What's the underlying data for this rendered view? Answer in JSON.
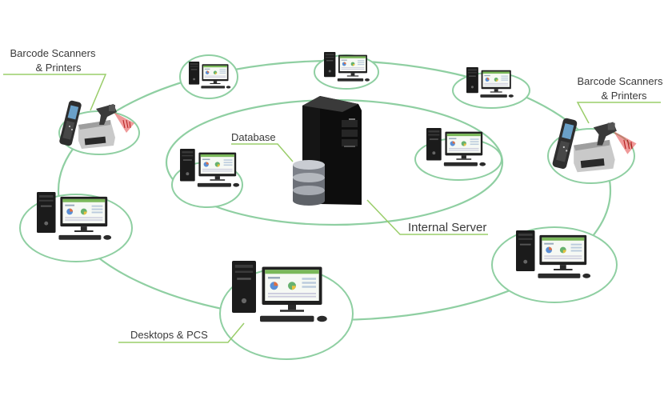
{
  "labels": {
    "scanners_left_line1": "Barcode Scanners",
    "scanners_left_line2": "& Printers",
    "scanners_right_line1": "Barcode Scanners",
    "scanners_right_line2": "& Printers",
    "database": "Database",
    "internal_server": "Internal Server",
    "desktops": "Desktops & PCS"
  },
  "colors": {
    "ring": "#8fcfa2",
    "leader": "#9acd6a",
    "screen_accent": "#7ab85a",
    "device_dark": "#1e1e1e"
  },
  "icons": {
    "server": "tower-server-icon",
    "database": "database-cylinder-icon",
    "desktop": "desktop-computer-icon",
    "scanner": "barcode-scanner-printer-icon"
  }
}
